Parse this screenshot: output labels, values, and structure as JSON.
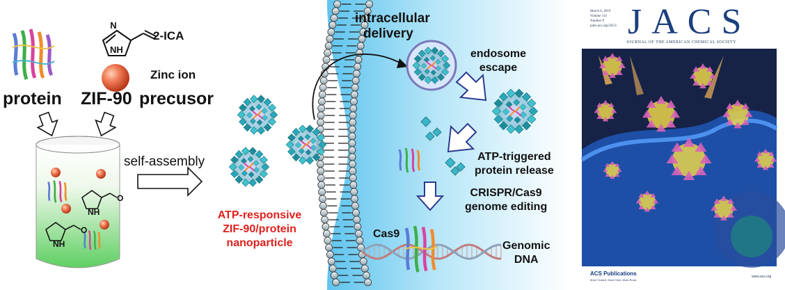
{
  "left": {
    "ica_label": "2-ICA",
    "zinc_label": "Zinc ion",
    "protein_label": "protein",
    "zif_label": "ZIF-90",
    "precursor_label": "precusor",
    "nh": "NH",
    "o": "O"
  },
  "arrow_label": "self-assembly",
  "nanoparticle": {
    "line1": "ATP-responsive",
    "line2": "ZIF-90/protein",
    "line3": "nanoparticle",
    "color": "#e0201c"
  },
  "cell": {
    "intracellular_1": "intracellular",
    "intracellular_2": "delivery",
    "endosome_1": "endosome",
    "endosome_2": "escape",
    "atp_1": "ATP-triggered",
    "atp_2": "protein release",
    "crispr_1": "CRISPR/Cas9",
    "crispr_2": "genome editing",
    "cas9": "Cas9",
    "genomic_1": "Genomic",
    "genomic_2": "DNA"
  },
  "cover": {
    "date": "March 6, 2019",
    "volume": "Volume 141",
    "number": "Number 9",
    "url": "pubs.acs.org/JACS",
    "logo": "JACS",
    "journal_name": "JOURNAL OF THE AMERICAN CHEMICAL SOCIETY",
    "publisher": "ACS Publications",
    "tagline": "Most Trusted. Most Cited. Most Read.",
    "site": "www.acs.org"
  }
}
